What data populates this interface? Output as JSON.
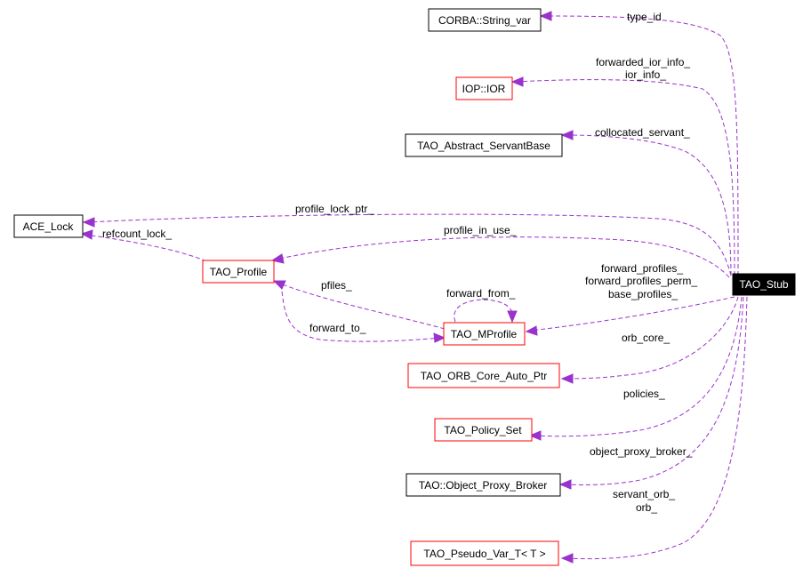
{
  "colors": {
    "edge": "#9a32cd",
    "black_border": "#000000",
    "red_border": "#ff0000",
    "highlight_fill": "#000000",
    "highlight_text": "#ffffff"
  },
  "nodes": {
    "string_var": "CORBA::String_var",
    "ior": "IOP::IOR",
    "abstract_servant_base": "TAO_Abstract_ServantBase",
    "ace_lock": "ACE_Lock",
    "tao_profile": "TAO_Profile",
    "tao_mprofile": "TAO_MProfile",
    "orb_core_auto_ptr": "TAO_ORB_Core_Auto_Ptr",
    "policy_set": "TAO_Policy_Set",
    "object_proxy_broker": "TAO::Object_Proxy_Broker",
    "pseudo_var": "TAO_Pseudo_Var_T< T >",
    "tao_stub": "TAO_Stub"
  },
  "edge_labels": {
    "type_id": "type_id",
    "forwarded_ior_info": "forwarded_ior_info_",
    "ior_info": "ior_info_",
    "collocated_servant": "collocated_servant_",
    "profile_lock_ptr": "profile_lock_ptr_",
    "refcount_lock": "refcount_lock_",
    "profile_in_use": "profile_in_use_",
    "pfiles": "pfiles_",
    "forward_from": "forward_from_",
    "forward_to": "forward_to_",
    "forward_profiles": "forward_profiles_",
    "forward_profiles_perm": "forward_profiles_perm_",
    "base_profiles": "base_profiles_",
    "orb_core": "orb_core_",
    "policies": "policies_",
    "object_proxy_broker": "object_proxy_broker_",
    "servant_orb": "servant_orb_",
    "orb": "orb_"
  }
}
